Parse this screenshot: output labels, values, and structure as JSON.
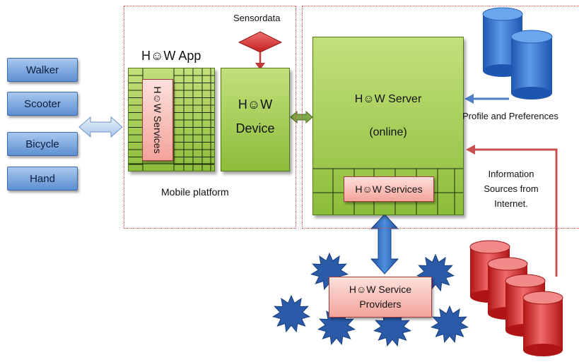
{
  "modes": [
    "Walker",
    "Scooter",
    "Bicycle",
    "Hand"
  ],
  "app": {
    "title": "H☺W App",
    "services_label": "H☺W Services",
    "device_line1": "H☺W",
    "device_line2": "Device",
    "platform_label": "Mobile platform"
  },
  "sensordata_label": "Sensordata",
  "server": {
    "line1": "H☺W Server",
    "line2": "(online)",
    "services_label": "H☺W Services"
  },
  "profile_label": "Profile and Preferences",
  "info_label": [
    "Information",
    "Sources from",
    "Internet."
  ],
  "providers": [
    "H☺W Service",
    "Providers"
  ],
  "colors": {
    "mode_blue": "#5d8fd2",
    "box_green": "#8cbd3a",
    "pink": "#f3a39b",
    "region_border": "#d94040",
    "db_blue": "#2f6fd0",
    "db_red": "#d42a2a",
    "star": "#2a5aa8"
  }
}
